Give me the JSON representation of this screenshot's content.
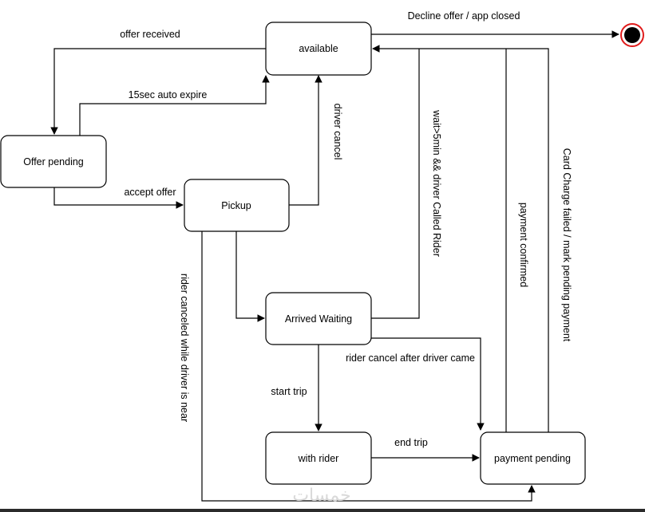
{
  "states": {
    "available": "available",
    "offer_pending": "Offer pending",
    "pickup": "Pickup",
    "arrived_waiting": "Arrived Waiting",
    "with_rider": "with rider",
    "payment_pending": "payment pending"
  },
  "transitions": {
    "offer_received": "offer received",
    "auto_expire": "15sec auto expire",
    "accept_offer": "accept offer",
    "driver_cancel": "driver cancel",
    "decline_offer": "Decline offer / app closed",
    "wait_gt_5min": "wait>5min && driver Called Rider",
    "rider_canceled_near": "rider canceled while driver is near",
    "rider_cancel_after": "rider cancel after driver came",
    "start_trip": "start trip",
    "end_trip": "end trip",
    "payment_confirmed": "payment confirmed",
    "card_charge_failed": "Card Charge failed / mark pending payment"
  },
  "watermark": "خمسات"
}
